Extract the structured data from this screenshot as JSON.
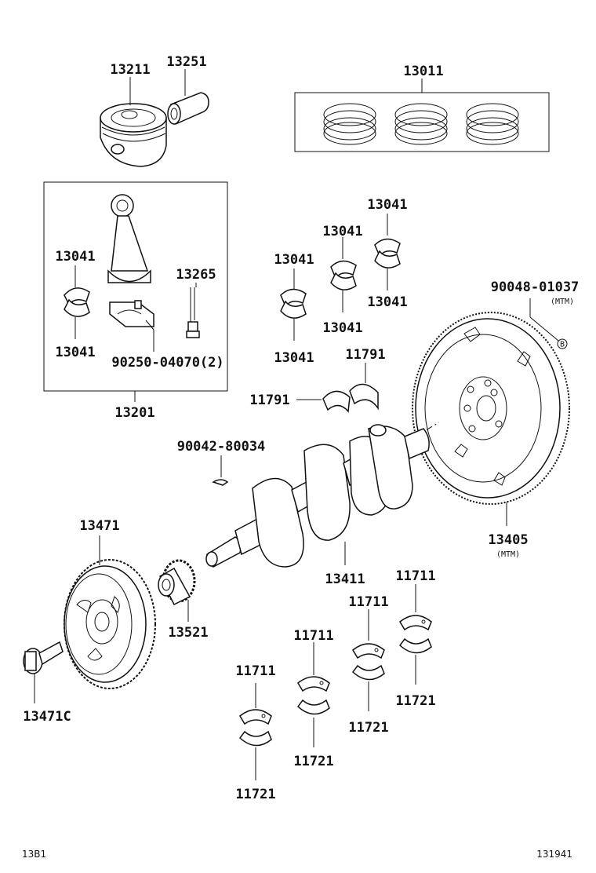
{
  "labels": {
    "piston": "13211",
    "piston_pin": "13251",
    "piston_rings": "13011",
    "conrod_bearing_upper_a": "13041",
    "conrod_bearing_lower_a": "13041",
    "conrod_bolt": "13265",
    "conrod_nut": "90250-04070(2)",
    "conrod_assembly": "13201",
    "bearing_b1_top": "13041",
    "bearing_b1_bottom": "13041",
    "bearing_b2_top": "13041",
    "bearing_b2_bottom": "13041",
    "bearing_b3_top": "13041",
    "bearing_b3_bottom": "13041",
    "flywheel_bolt": "90048-01037",
    "flywheel_bolt_note": "(MTM)",
    "thrust_washer_right": "11791",
    "thrust_washer_left": "11791",
    "crank_key": "90042-80034",
    "flywheel": "13405",
    "flywheel_note": "(MTM)",
    "crankshaft_pulley": "13471",
    "crankshaft": "13411",
    "crank_sprocket": "13521",
    "pulley_bolt": "13471C",
    "main_bearing_1_upper": "11711",
    "main_bearing_1_lower": "11721",
    "main_bearing_2_upper": "11711",
    "main_bearing_2_lower": "11721",
    "main_bearing_3_upper": "11711",
    "main_bearing_3_lower": "11721",
    "main_bearing_4_upper": "11711",
    "main_bearing_4_lower": "11721"
  },
  "callout_marker": "B",
  "footer": {
    "left": "13B1",
    "right": "131941"
  }
}
